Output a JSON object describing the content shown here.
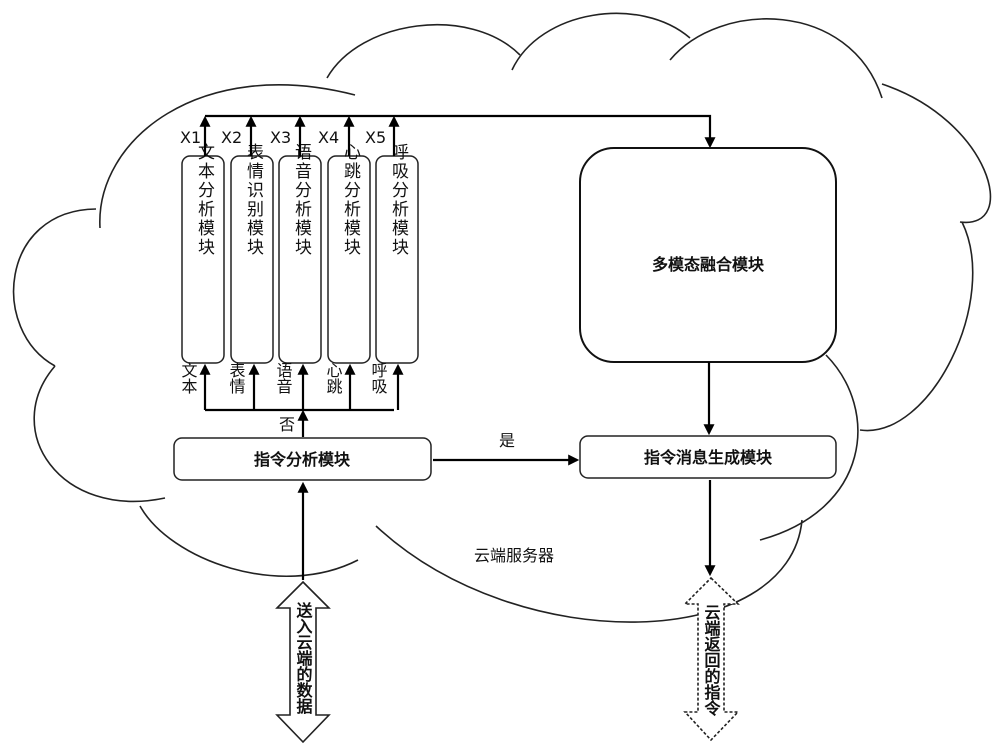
{
  "diagram": {
    "container_label": "云端服务器",
    "outputs": [
      "X1",
      "X2",
      "X3",
      "X4",
      "X5"
    ],
    "analysis_modules": [
      {
        "label": "文本分析模块",
        "input": "文本"
      },
      {
        "label": "表情识别模块",
        "input": "表情"
      },
      {
        "label": "语音分析模块",
        "input": "语音"
      },
      {
        "label": "心跳分析模块",
        "input": "心跳"
      },
      {
        "label": "呼吸分析模块",
        "input": "呼吸"
      }
    ],
    "fusion_module": "多模态融合模块",
    "instruction_analysis_module": "指令分析模块",
    "instruction_message_module": "指令消息生成模块",
    "branch_no": "否",
    "branch_yes": "是",
    "input_arrow": "送入云端的数据",
    "output_arrow": "云端返回的指令"
  }
}
